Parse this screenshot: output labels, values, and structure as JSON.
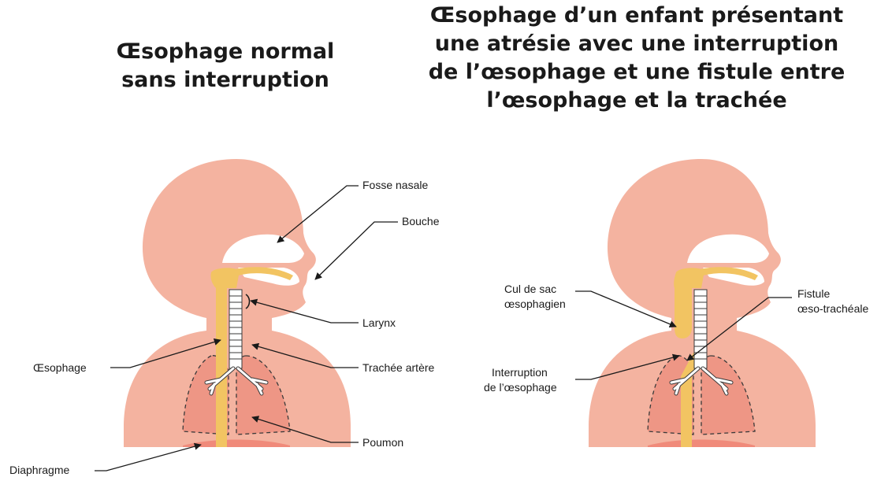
{
  "titles": {
    "left": [
      "Œsophage normal",
      "sans interruption"
    ],
    "right": [
      "Œsophage d’un enfant présentant",
      "une atrésie avec une interruption",
      "de l’œsophage et une fistule entre",
      "l’œsophage et la trachée"
    ]
  },
  "labels_left": {
    "fosse_nasale": "Fosse nasale",
    "bouche": "Bouche",
    "larynx": "Larynx",
    "oesophage": "Œsophage",
    "trachee": "Trachée artère",
    "poumon": "Poumon",
    "diaphragme": "Diaphragme"
  },
  "labels_right": {
    "cul_de_sac_1": "Cul de sac",
    "cul_de_sac_2": "œsophagien",
    "fistule_1": "Fistule",
    "fistule_2": "œso-trachéale",
    "interruption_1": "Interruption",
    "interruption_2": "de l’œsophage"
  },
  "colors": {
    "skin": "#f4b3a0",
    "lung": "#ee9685",
    "oesophagus": "#f2c462",
    "cavity": "#ffffff",
    "diaphragm": "#f08a7a",
    "line": "#1a1a1a"
  }
}
